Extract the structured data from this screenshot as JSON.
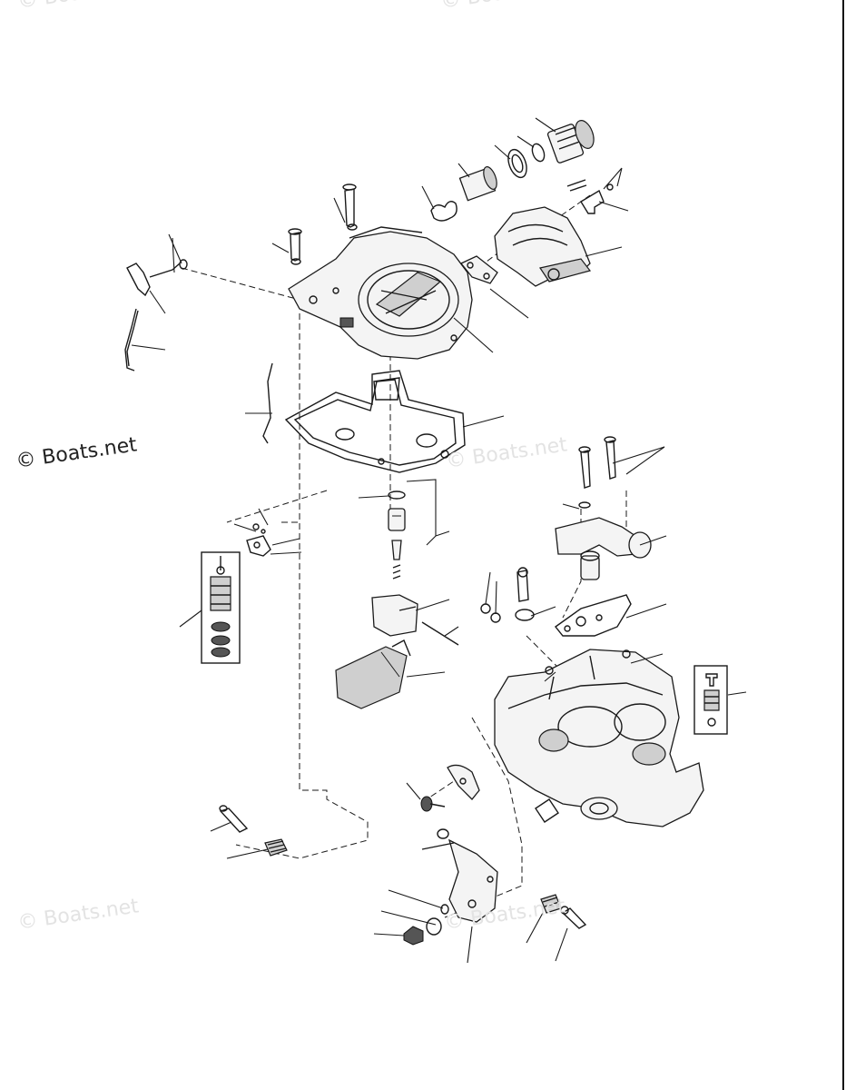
{
  "watermarks": {
    "main": "© Boats.net",
    "faint_top_left": "© Boats.net",
    "faint_top_center": "© Boats.net",
    "faint_center": "© Boats.net",
    "faint_bottom_left": "© Boats.net",
    "faint_bottom_center": "© Boats.net"
  },
  "diagram": {
    "subject": "carburetor exploded parts view",
    "colors": {
      "ink": "#1a1a1a",
      "shade": "#cfcfcf",
      "background": "#ffffff"
    }
  }
}
